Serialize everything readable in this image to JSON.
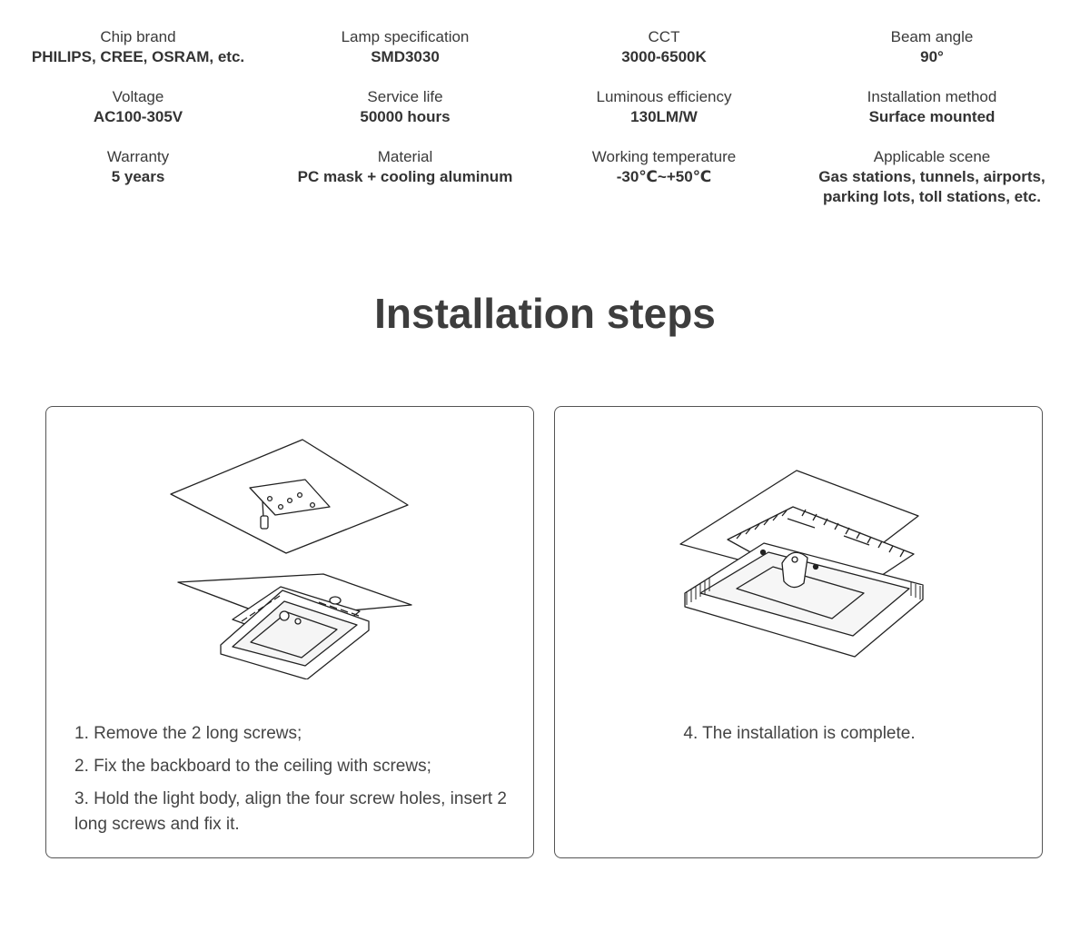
{
  "specs": [
    {
      "label": "Chip brand",
      "value": "PHILIPS, CREE, OSRAM, etc."
    },
    {
      "label": "Lamp specification",
      "value": "SMD3030"
    },
    {
      "label": "CCT",
      "value": "3000-6500K"
    },
    {
      "label": "Beam angle",
      "value": "90°"
    },
    {
      "label": "Voltage",
      "value": "AC100-305V"
    },
    {
      "label": "Service life",
      "value": "50000 hours"
    },
    {
      "label": "Luminous efficiency",
      "value": "130LM/W"
    },
    {
      "label": "Installation method",
      "value": "Surface mounted"
    },
    {
      "label": "Warranty",
      "value": "5 years"
    },
    {
      "label": "Material",
      "value": "PC mask + cooling aluminum"
    },
    {
      "label": "Working temperature",
      "value": "-30℃~+50℃"
    },
    {
      "label": "Applicable scene",
      "value": "Gas stations, tunnels, airports,\nparking lots, toll stations, etc."
    }
  ],
  "section_title": "Installation steps",
  "step_card_1": {
    "steps": [
      "1. Remove the 2 long screws;",
      "2. Fix the backboard to the ceiling with screws;",
      "3. Hold the light body, align the four screw holes, insert 2 long screws and fix it."
    ]
  },
  "step_card_2": {
    "step": "4. The installation is complete."
  }
}
